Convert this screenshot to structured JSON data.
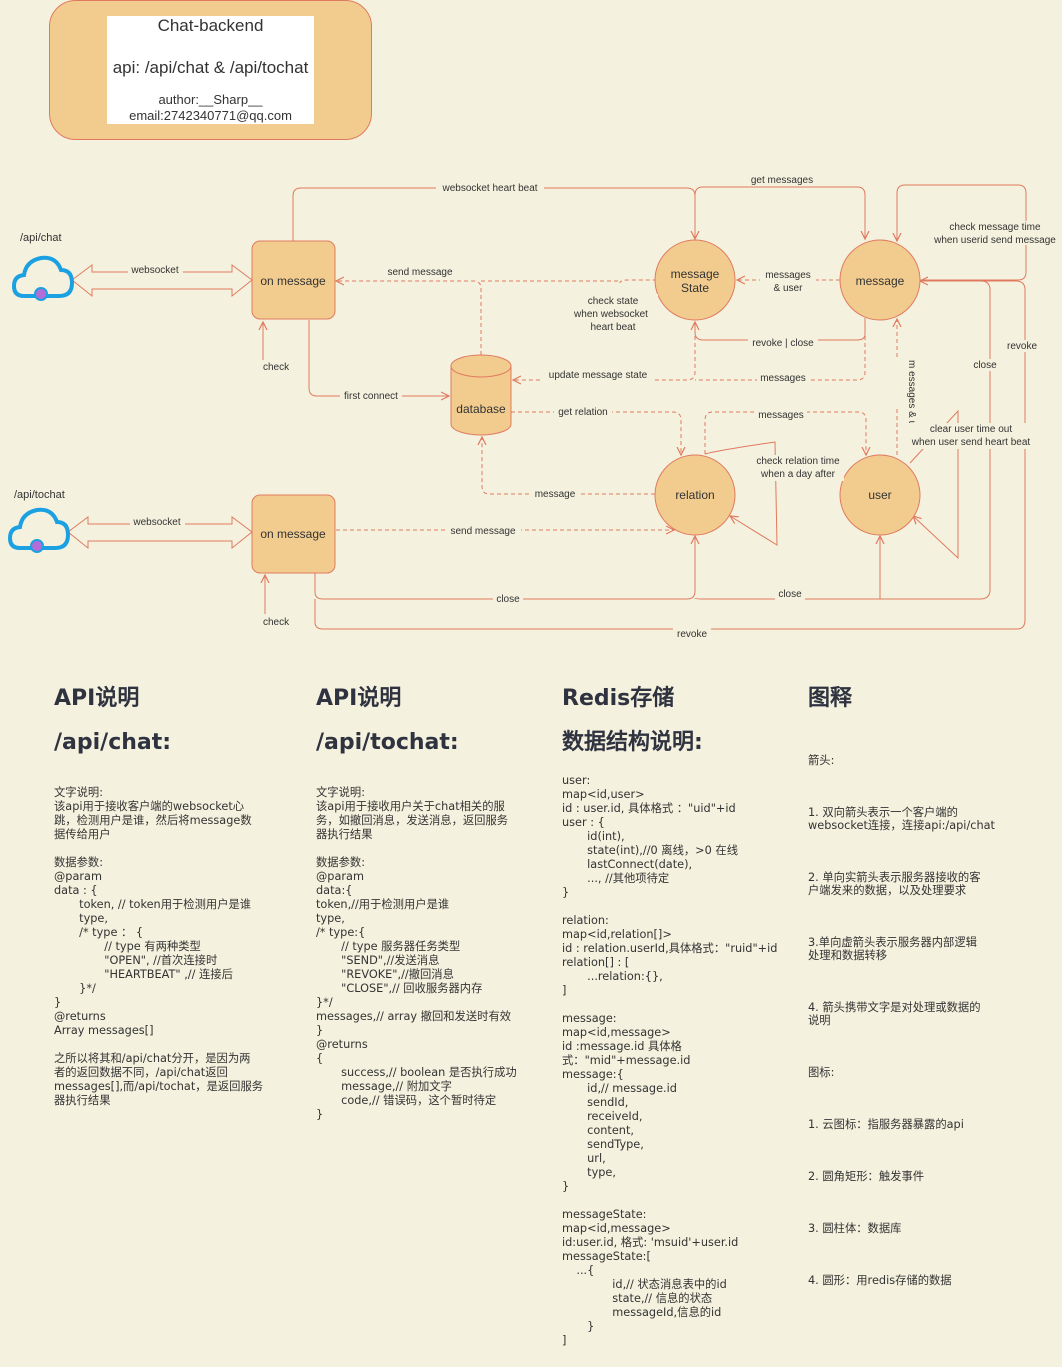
{
  "title": {
    "name": "Chat-backend",
    "api": "api: /api/chat & /api/tochat",
    "author": "author:__Sharp__",
    "email": "email:2742340771@qq.com"
  },
  "clouds": {
    "chat": "/api/chat",
    "tochat": "/api/tochat"
  },
  "nodes": {
    "on_message_1": "on message",
    "on_message_2": "on message",
    "database": "database",
    "message_state_line1": "message",
    "message_state_line2": "State",
    "message": "message",
    "relation": "relation",
    "user": "user"
  },
  "edges": {
    "websocket_1": "websocket",
    "websocket_2": "websocket",
    "check_1": "check",
    "check_2": "check",
    "heart_beat": "websocket heart beat",
    "get_messages": "get messages",
    "check_time_1": "check message time",
    "check_time_2": "when userid send message",
    "send_message_1": "send message",
    "messages_user_1": "messages",
    "messages_user_2": "& user",
    "check_state_1": "check state",
    "check_state_2": "when websocket",
    "check_state_3": "heart beat",
    "revoke_close": "revoke | close",
    "first_connect": "first connect",
    "update_state": "update message state",
    "messages_1": "messages",
    "messages_vertical": "m essages & user",
    "close_1": "close",
    "revoke_1": "revoke",
    "get_relation": "get relation",
    "messages_2": "messages",
    "check_relation_1": "check relation time",
    "check_relation_2": "when a day after",
    "clear_user_1": "clear user time out",
    "clear_user_2": "when user send heart beat",
    "message_db": "message",
    "send_message_2": "send message",
    "close_2": "close",
    "close_3": "close",
    "revoke_2": "revoke"
  },
  "colors": {
    "background": "#F4F1DE",
    "node_fill": "#F2CC8F",
    "node_stroke": "#E07A5F",
    "cloud_blue": "#1BA1E2"
  },
  "sections": {
    "chat": {
      "heading1": "API说明",
      "heading2": "/api/chat:",
      "body": "文字说明:\n该api用于接收客户端的websocket心\n跳，检测用户是谁，然后将message数\n据传给用户\n\n数据参数:\n@param\ndata : {\n       token, // token用于检测用户是谁\n       type,\n       /* type ： {\n              // type 有两种类型\n              \"OPEN\", //首次连接时\n              \"HEARTBEAT\" ,// 连接后\n       }*/\n}\n@returns\nArray messages[]\n\n之所以将其和/api/chat分开，是因为两\n者的返回数据不同，/api/chat返回\nmessages[],而/api/tochat，是返回服务\n器执行结果"
    },
    "tochat": {
      "heading1": "API说明",
      "heading2": "/api/tochat:",
      "body": "文字说明:\n该api用于接收用户关于chat相关的服\n务，如撤回消息，发送消息，返回服务\n器执行结果\n\n数据参数:\n@param\ndata:{\ntoken,//用于检测用户是谁\ntype,\n/* type:{\n       // type 服务器任务类型\n       \"SEND\",//发送消息\n       \"REVOKE\",//撤回消息\n       \"CLOSE\",// 回收服务器内存\n}*/\nmessages,// array 撤回和发送时有效\n}\n@returns\n{\n       success,// boolean 是否执行成功\n       message,// 附加文字\n       code,// 错误码，这个暂时待定\n}"
    },
    "redis": {
      "heading1": "Redis存储",
      "heading2": "数据结构说明:",
      "body": "user:\nmap<id,user>\nid : user.id, 具体格式 ：\"uid\"+id\nuser : {\n       id(int),\n       state(int),//0 离线，>0 在线\n       lastConnect(date),\n       ..., //其他项待定\n}\n\nrelation:\nmap<id,relation[]>\nid : relation.userId,具体格式：\"ruid\"+id\nrelation[] : [\n       ...relation:{},\n]\n\nmessage:\nmap<id,message>\nid :message.id 具体格\n式：\"mid\"+message.id\nmessage:{\n       id,// message.id\n       sendId,\n       receiveId,\n       content,\n       sendType,\n       url,\n       type,\n}\n\nmessageState:\nmap<id,message>\nid:user.id, 格式: 'msuid'+user.id\nmessageState:[\n    ...{\n              id,// 状态消息表中的id\n              state,// 信息的状态\n              messageId,信息的id\n       }\n]"
    },
    "legend": {
      "heading": "图释",
      "items": [
        "箭头:",
        "1. 双向箭头表示一个客户端的\nwebsocket连接，连接api:/api/chat",
        "2. 单向实箭头表示服务器接收的客\n户端发来的数据，以及处理要求",
        "3.单向虚箭头表示服务器内部逻辑\n处理和数据转移",
        "4. 箭头携带文字是对处理或数据的\n说明",
        "图标:",
        "1. 云图标：指服务器暴露的api",
        "2. 圆角矩形：触发事件",
        "3. 圆柱体：数据库",
        "4. 圆形：用redis存储的数据"
      ]
    }
  }
}
